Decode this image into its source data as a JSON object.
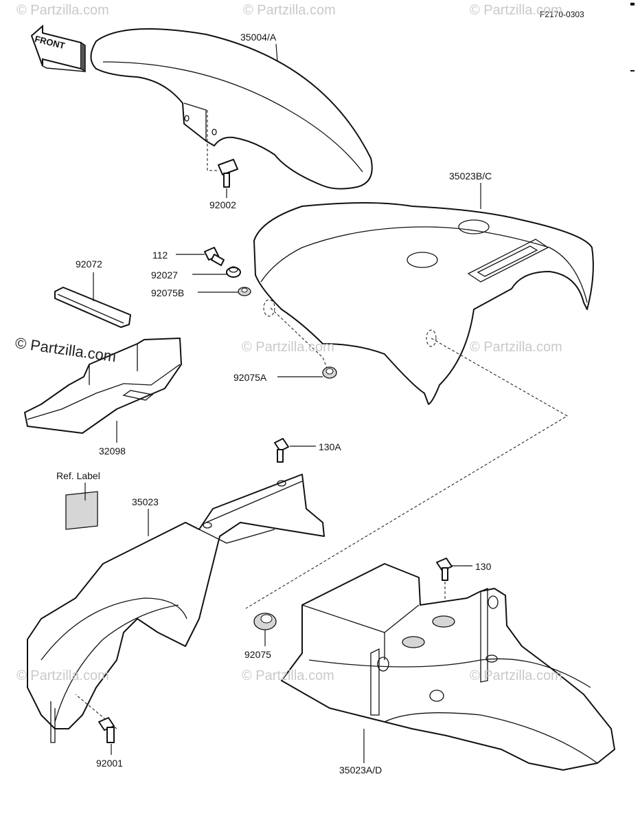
{
  "figure_code": "F2170-0303",
  "arrow_label": "FRONT",
  "watermarks": {
    "light": "© Partzilla.com",
    "dark": "© Partzilla.com"
  },
  "labels": {
    "p35004A": "35004/A",
    "p92002": "92002",
    "p35023BC": "35023B/C",
    "p112": "112",
    "p92027": "92027",
    "p92075B": "92075B",
    "p92072": "92072",
    "p92075A": "92075A",
    "p32098": "32098",
    "p130A": "130A",
    "refLabel": "Ref. Label",
    "p35023": "35023",
    "p130": "130",
    "p92075": "92075",
    "p92001": "92001",
    "p35023AD": "35023A/D"
  },
  "colors": {
    "line": "#111111",
    "watermark": "#c9c9c9",
    "background": "#ffffff"
  }
}
